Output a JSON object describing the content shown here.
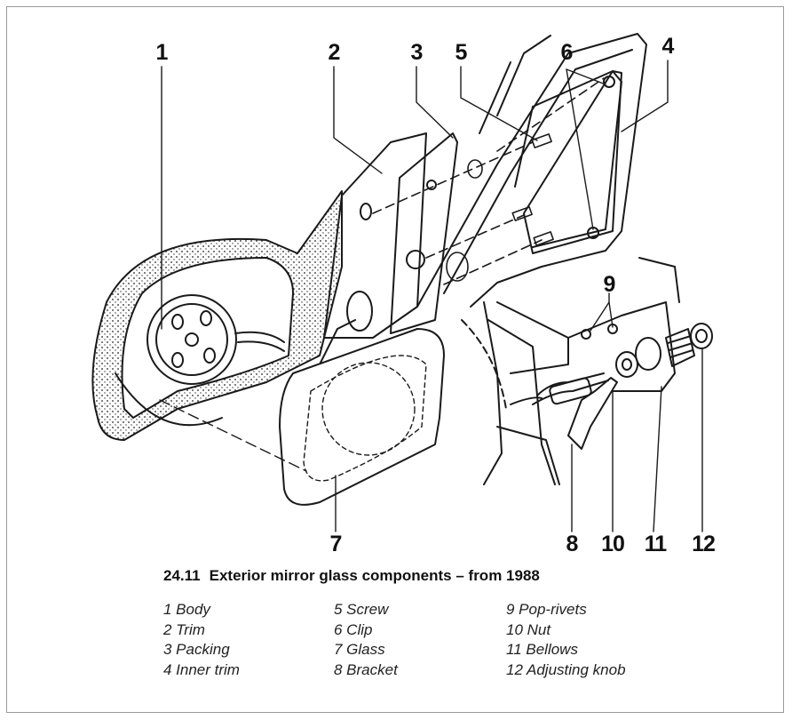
{
  "figure": {
    "number": "24.11",
    "title": "Exterior mirror glass components – from 1988"
  },
  "callouts": [
    {
      "id": "1"
    },
    {
      "id": "2"
    },
    {
      "id": "3"
    },
    {
      "id": "5"
    },
    {
      "id": "6"
    },
    {
      "id": "4"
    },
    {
      "id": "9"
    },
    {
      "id": "7"
    },
    {
      "id": "8"
    },
    {
      "id": "10"
    },
    {
      "id": "11"
    },
    {
      "id": "12"
    }
  ],
  "legend": [
    [
      "1 Body",
      "2 Trim",
      "3 Packing",
      "4 Inner trim"
    ],
    [
      "5 Screw",
      "6 Clip",
      "7 Glass",
      "8 Bracket"
    ],
    [
      "9 Pop-rivets",
      "10 Nut",
      "11 Bellows",
      "12 Adjusting knob"
    ]
  ]
}
